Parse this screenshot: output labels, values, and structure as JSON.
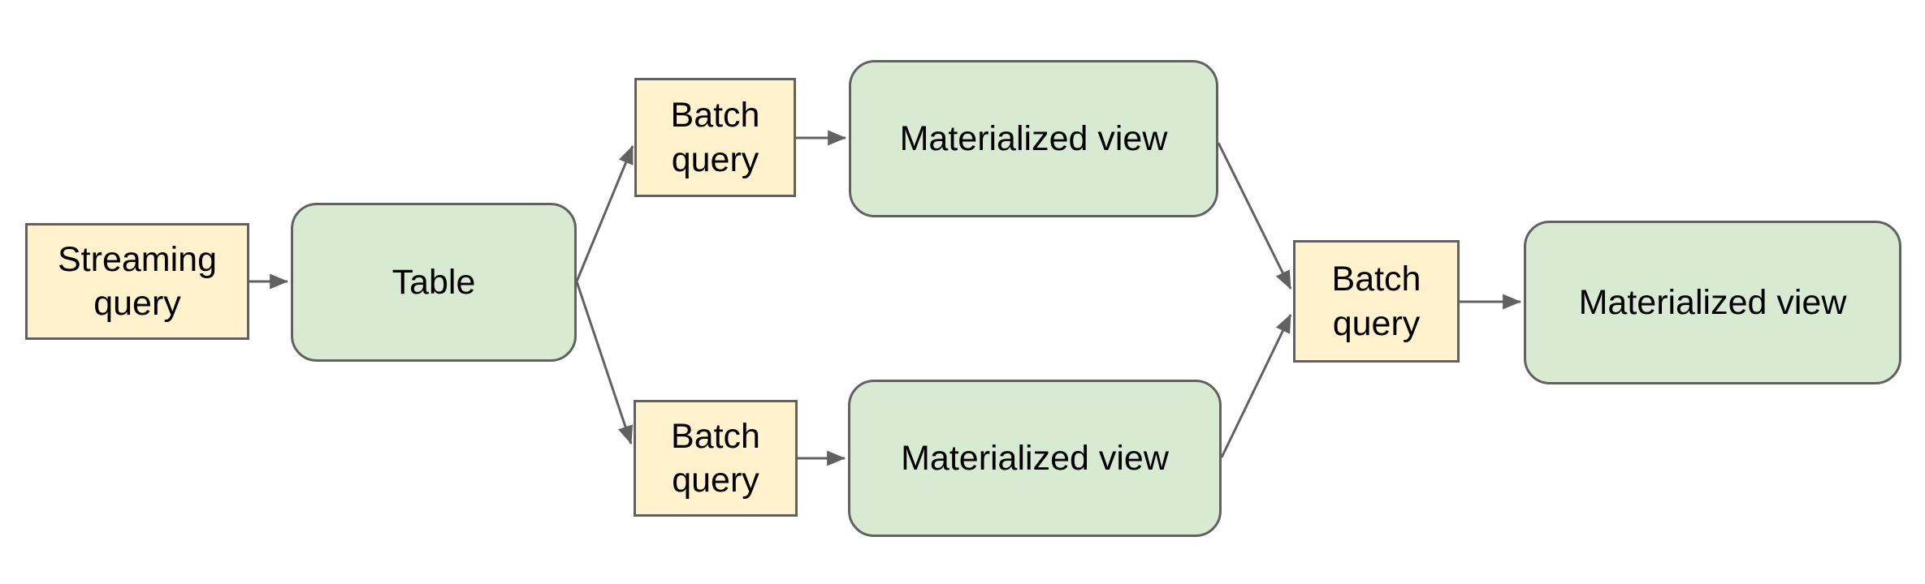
{
  "page": {
    "background": "#ffffff"
  },
  "palette": {
    "page_background": "#ffffff",
    "process_fill": "#fff2cc",
    "store_fill": "#d9ead3",
    "border": "#616161",
    "connector": "#616161",
    "text": "#000000"
  },
  "diagram": {
    "description": "Streaming query feeds a table; batch queries build materialized views, which a further batch query combines into a final materialized view."
  },
  "nodes": [
    {
      "id": "streaming-query",
      "label": "Streaming query",
      "kind": "query"
    },
    {
      "id": "table",
      "label": "Table",
      "kind": "storage"
    },
    {
      "id": "batch-query-top",
      "label": "Batch query",
      "kind": "query"
    },
    {
      "id": "materialized-view-top",
      "label": "Materialized view",
      "kind": "storage"
    },
    {
      "id": "batch-query-bottom",
      "label": "Batch query",
      "kind": "query"
    },
    {
      "id": "materialized-view-bottom",
      "label": "Materialized view",
      "kind": "storage"
    },
    {
      "id": "batch-query-right",
      "label": "Batch query",
      "kind": "query"
    },
    {
      "id": "materialized-view-right",
      "label": "Materialized view",
      "kind": "storage"
    }
  ],
  "edges": [
    {
      "from": "streaming-query",
      "to": "table"
    },
    {
      "from": "table",
      "to": "batch-query-top"
    },
    {
      "from": "table",
      "to": "batch-query-bottom"
    },
    {
      "from": "batch-query-top",
      "to": "materialized-view-top"
    },
    {
      "from": "batch-query-bottom",
      "to": "materialized-view-bottom"
    },
    {
      "from": "materialized-view-top",
      "to": "batch-query-right"
    },
    {
      "from": "materialized-view-bottom",
      "to": "batch-query-right"
    },
    {
      "from": "batch-query-right",
      "to": "materialized-view-right"
    }
  ]
}
